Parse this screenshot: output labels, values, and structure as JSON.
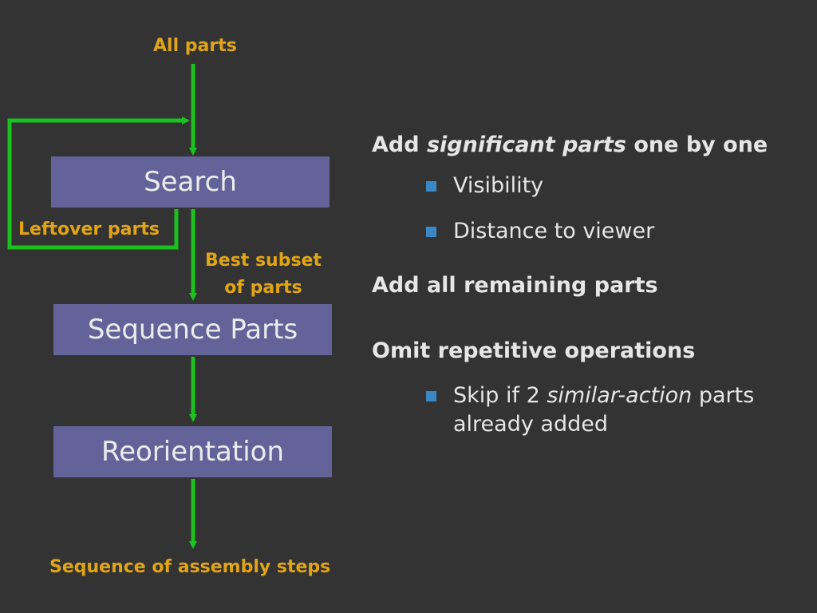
{
  "diagram": {
    "input_label": "All parts",
    "search_label": "Search",
    "leftover_label": "Leftover parts",
    "best_subset_line1": "Best subset",
    "best_subset_line2": "of parts",
    "sequence_label": "Sequence Parts",
    "reorientation_label": "Reorientation",
    "output_label": "Sequence of assembly steps",
    "colors": {
      "box": "#63639a",
      "arrow": "#19c21c",
      "label": "#e0a418",
      "background": "#333333"
    }
  },
  "notes": {
    "h1_pre": "Add ",
    "h1_italic": "significant parts",
    "h1_post": " one by one",
    "b1": "Visibility",
    "b2": "Distance to viewer",
    "h2": "Add all remaining parts",
    "h3": "Omit repetitive operations",
    "b3_pre": "Skip if 2 ",
    "b3_italic": "similar-action",
    "b3_post": " parts already added",
    "bullet_color": "#3a87c5"
  }
}
